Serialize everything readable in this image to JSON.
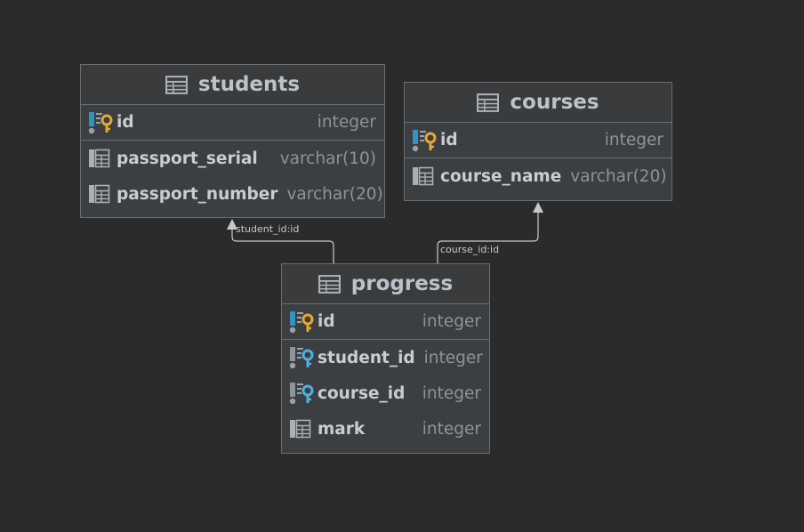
{
  "colors": {
    "background": "#2b2b2b",
    "table_bg": "#3c3f41",
    "border": "#6b6e70",
    "pk_key": "#e6a82e",
    "fk_key": "#4eb1e0",
    "icon_blue": "#3592c4"
  },
  "tables": {
    "students": {
      "title": "students",
      "columns": [
        {
          "name": "id",
          "type": "integer",
          "icon": "primary-key-icon"
        },
        {
          "name": "passport_serial",
          "type": "varchar(10)",
          "icon": "column-icon"
        },
        {
          "name": "passport_number",
          "type": "varchar(20)",
          "icon": "column-icon"
        }
      ]
    },
    "courses": {
      "title": "courses",
      "columns": [
        {
          "name": "id",
          "type": "integer",
          "icon": "primary-key-icon"
        },
        {
          "name": "course_name",
          "type": "varchar(20)",
          "icon": "column-icon"
        }
      ]
    },
    "progress": {
      "title": "progress",
      "columns": [
        {
          "name": "id",
          "type": "integer",
          "icon": "primary-key-icon"
        },
        {
          "name": "student_id",
          "type": "integer",
          "icon": "foreign-key-icon"
        },
        {
          "name": "course_id",
          "type": "integer",
          "icon": "foreign-key-icon"
        },
        {
          "name": "mark",
          "type": "integer",
          "icon": "column-icon"
        }
      ]
    }
  },
  "relations": [
    {
      "label": "student_id:id",
      "from": "progress",
      "to": "students"
    },
    {
      "label": "course_id:id",
      "from": "progress",
      "to": "courses"
    }
  ]
}
